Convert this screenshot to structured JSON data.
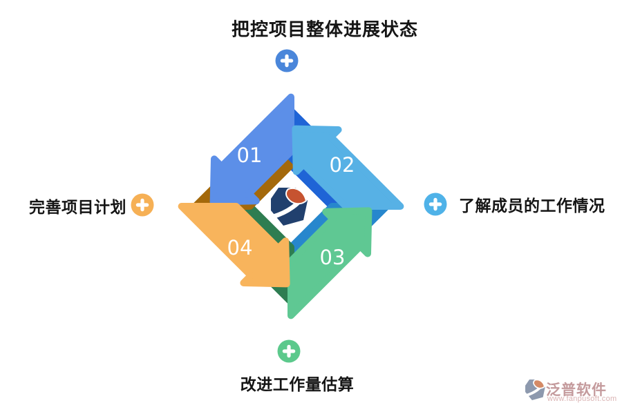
{
  "diagram": {
    "title_note": "four-step cycle infographic",
    "steps": [
      {
        "number": "01",
        "position": "top",
        "label": "把控项目整体进展状态",
        "front_color": "#5c8fe8",
        "back_color": "#1f64d6",
        "plus_color": "#4a86da"
      },
      {
        "number": "02",
        "position": "right",
        "label": "了解成员的工作情况",
        "front_color": "#57b1e5",
        "back_color": "#2787cd",
        "plus_color": "#4fb2e8"
      },
      {
        "number": "03",
        "position": "bottom",
        "label": "改进工作量估算",
        "front_color": "#5fc893",
        "back_color": "#2e7d51",
        "plus_color": "#5cc98c"
      },
      {
        "number": "04",
        "position": "left",
        "label": "完善项目计划",
        "front_color": "#f8b45c",
        "back_color": "#a4690b",
        "plus_color": "#f6b055"
      }
    ],
    "center_logo": {
      "name": "fanpu-logo",
      "navy": "#21406e",
      "orange": "#c65330",
      "swoosh": "#ffffff"
    }
  },
  "watermark": {
    "brand": "泛普软件",
    "url": "www.fanpusoft.com",
    "brand_color": "#c49a9c",
    "url_color": "#dab3b3",
    "glyph_gray": "#8d99ae",
    "glyph_orange": "#d48a66"
  }
}
